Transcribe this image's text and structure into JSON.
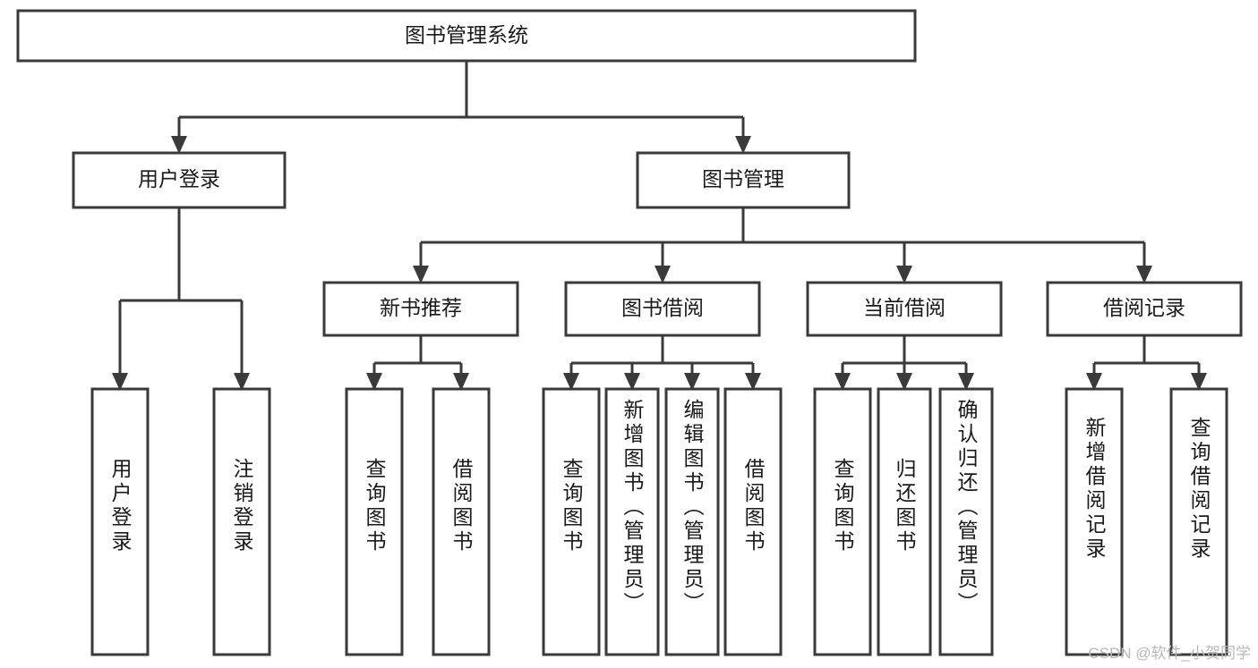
{
  "diagram": {
    "type": "tree-hierarchy",
    "title": "图书管理系统",
    "orientation": "top-down",
    "colors": {
      "box_stroke": "#3a3a3a",
      "box_fill": "#ffffff",
      "connector": "#3a3a3a",
      "text": "#1a1a1a",
      "watermark": "#b9b9b9",
      "background": "#ffffff"
    },
    "nodes": {
      "root": {
        "label": "图书管理系统"
      },
      "level1": [
        {
          "id": "user-login",
          "label": "用户登录"
        },
        {
          "id": "book-management",
          "label": "图书管理"
        }
      ],
      "level2": [
        {
          "id": "new-book-recommend",
          "label": "新书推荐",
          "parent": "book-management"
        },
        {
          "id": "book-borrow",
          "label": "图书借阅",
          "parent": "book-management"
        },
        {
          "id": "current-borrow",
          "label": "当前借阅",
          "parent": "book-management"
        },
        {
          "id": "borrow-record",
          "label": "借阅记录",
          "parent": "book-management"
        }
      ],
      "leaves": {
        "user-login": [
          {
            "id": "leaf-user-login",
            "label": "用户登录"
          },
          {
            "id": "leaf-logout",
            "label": "注销登录"
          }
        ],
        "new-book-recommend": [
          {
            "id": "leaf-query-book-1",
            "label": "查询图书"
          },
          {
            "id": "leaf-borrow-book-1",
            "label": "借阅图书"
          }
        ],
        "book-borrow": [
          {
            "id": "leaf-query-book-2",
            "label": "查询图书"
          },
          {
            "id": "leaf-add-book",
            "label": "新增图书（管理员）"
          },
          {
            "id": "leaf-edit-book",
            "label": "编辑图书（管理员）"
          },
          {
            "id": "leaf-borrow-book-2",
            "label": "借阅图书"
          }
        ],
        "current-borrow": [
          {
            "id": "leaf-query-book-3",
            "label": "查询图书"
          },
          {
            "id": "leaf-return-book",
            "label": "归还图书"
          },
          {
            "id": "leaf-confirm-return",
            "label": "确认归还（管理员）"
          }
        ],
        "borrow-record": [
          {
            "id": "leaf-add-record",
            "label": "新增借阅记录"
          },
          {
            "id": "leaf-query-record",
            "label": "查询借阅记录"
          }
        ]
      }
    }
  },
  "watermark": {
    "text": "CSDN @软件_小贺同学"
  }
}
